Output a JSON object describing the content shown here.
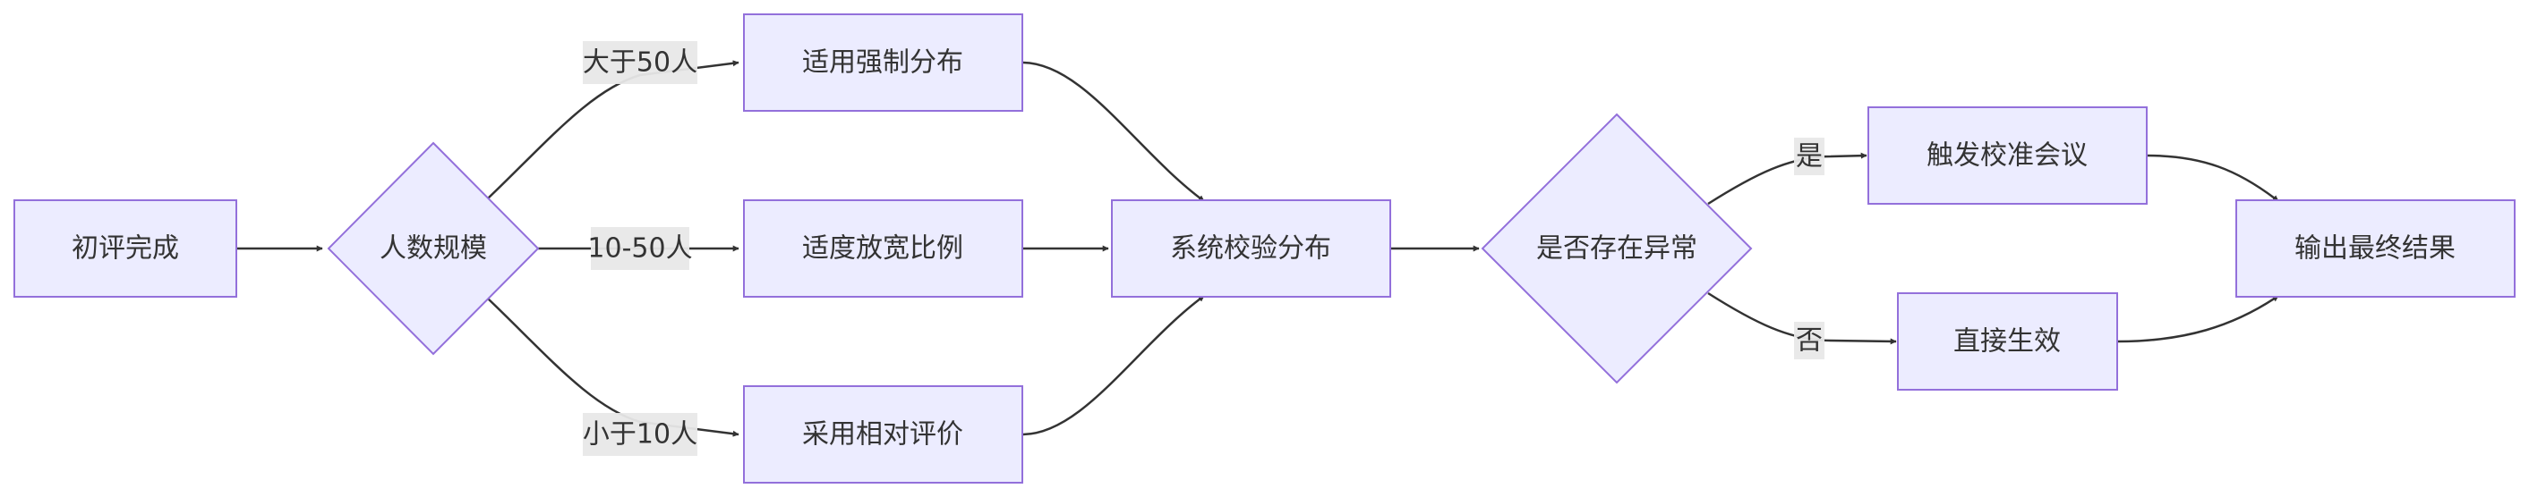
{
  "nodes": {
    "start": "初评完成",
    "headcount": "人数规模",
    "forced": "适用强制分布",
    "relaxed": "适度放宽比例",
    "relative": "采用相对评价",
    "validate": "系统校验分布",
    "anomaly": "是否存在异常",
    "calibrate": "触发校准会议",
    "direct": "直接生效",
    "output": "输出最终结果"
  },
  "edge_labels": {
    "gt50": "大于50人",
    "range": "10-50人",
    "lt10": "小于10人",
    "yes": "是",
    "no": "否"
  },
  "colors": {
    "node_fill": "#ECECFF",
    "node_stroke": "#9370DB",
    "edge": "#333333",
    "label_bg": "#e8e8e8"
  }
}
